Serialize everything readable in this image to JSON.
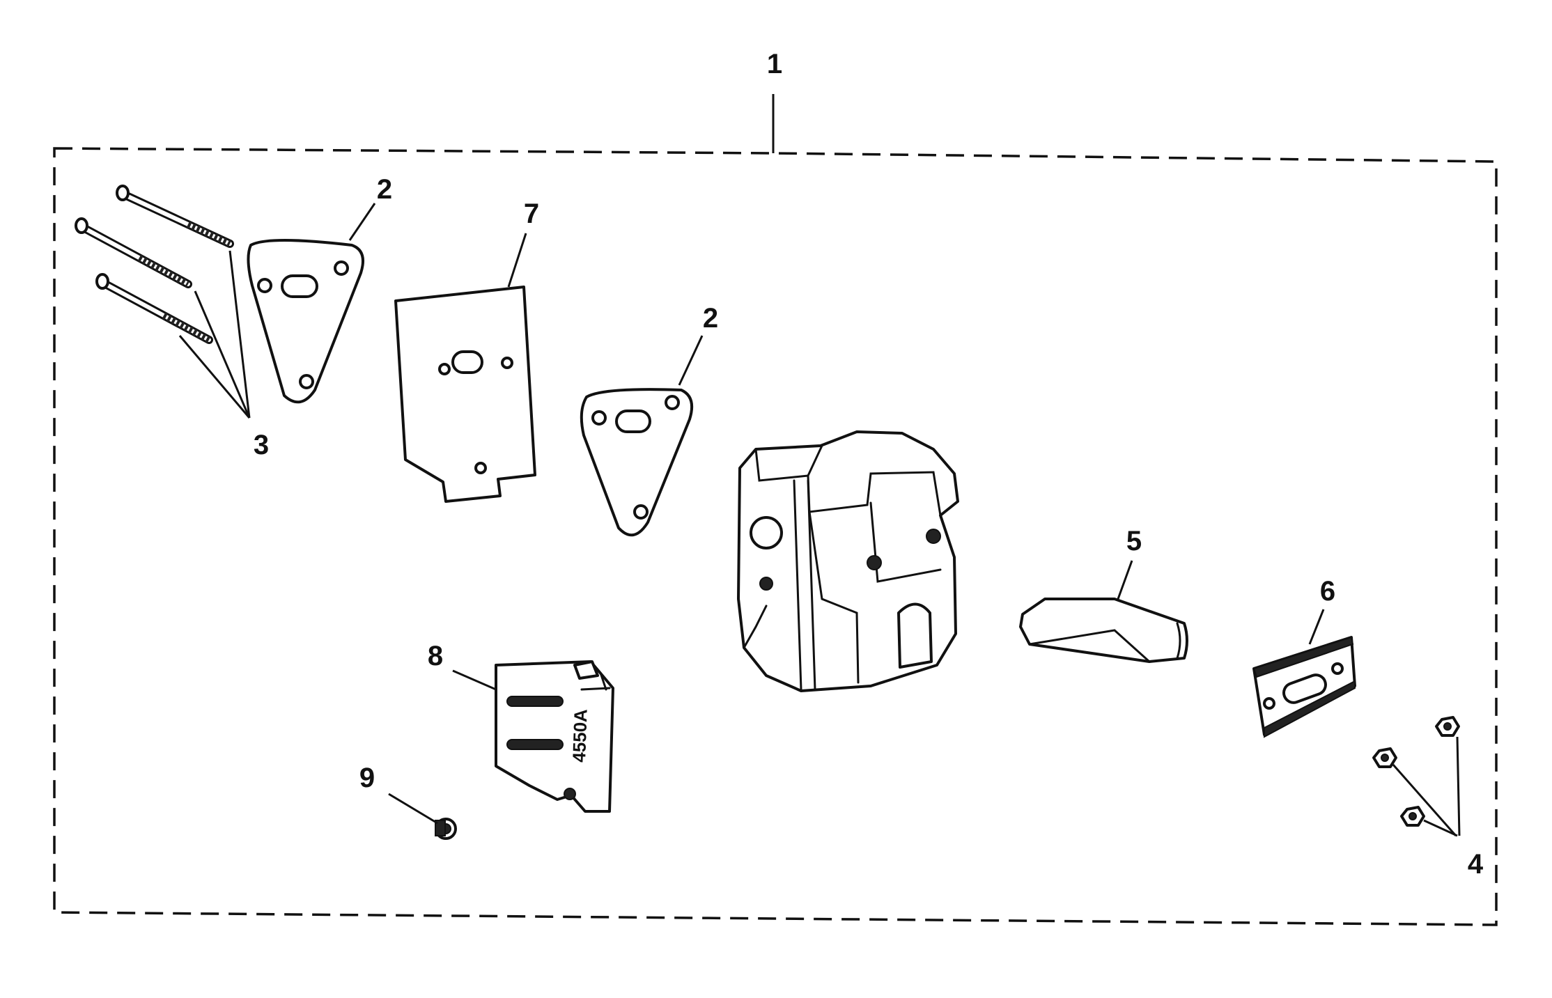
{
  "diagram": {
    "callouts": {
      "kit": "1",
      "gasket_left": "2",
      "gasket_right": "2",
      "bolts": "3",
      "nuts": "4",
      "spark_screen": "5",
      "plate": "6",
      "heat_shield": "7",
      "deflector": "8",
      "screw": "9"
    },
    "deflector_stamp": "4550A"
  }
}
